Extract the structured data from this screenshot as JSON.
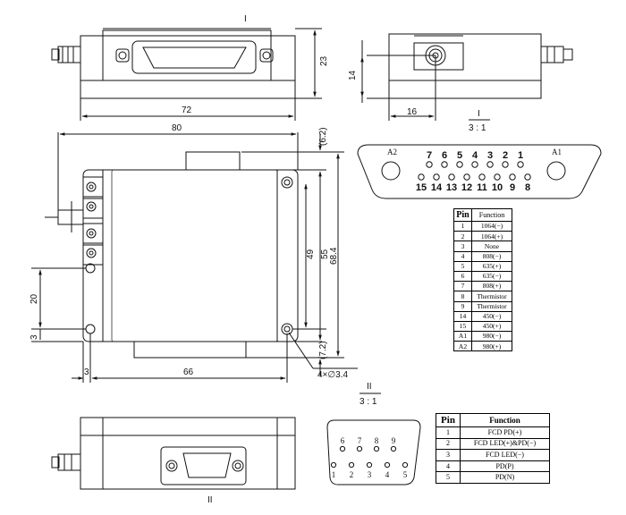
{
  "views": {
    "top_view_label": "I",
    "bottom_view_label": "II",
    "detail1_label": "I",
    "detail1_scale": "3 : 1",
    "detail2_label": "II",
    "detail2_scale": "3 : 1"
  },
  "dimensions": {
    "top_height": "23",
    "top_width": "72",
    "side_offset": "16",
    "side_height": "14",
    "main_width": "80",
    "main_inner_width": "66",
    "offset_left": "3",
    "offset_bottom": "3",
    "hole_pitch": "20",
    "top_gap": "(6.2)",
    "bottom_gap": "(7.2)",
    "height_inner": "49",
    "height_mid": "55",
    "height_total": "68.4",
    "holes": "4×∅3.4"
  },
  "connector1": {
    "left_label": "A2",
    "right_label": "A1",
    "top_pins": [
      "7",
      "6",
      "5",
      "4",
      "3",
      "2",
      "1"
    ],
    "bottom_pins": [
      "15",
      "14",
      "13",
      "12",
      "11",
      "10",
      "9",
      "8"
    ]
  },
  "connector2": {
    "top_pins": [
      "6",
      "7",
      "8",
      "9"
    ],
    "bottom_pins": [
      "1",
      "2",
      "3",
      "4",
      "5"
    ]
  },
  "pin_table_1": {
    "header_pin": "Pin",
    "header_function": "Function",
    "rows": [
      {
        "pin": "1",
        "function": "1064(−)"
      },
      {
        "pin": "2",
        "function": "1064(+)"
      },
      {
        "pin": "3",
        "function": "None"
      },
      {
        "pin": "4",
        "function": "808(−)"
      },
      {
        "pin": "5",
        "function": "635(+)"
      },
      {
        "pin": "6",
        "function": "635(−)"
      },
      {
        "pin": "7",
        "function": "808(+)"
      },
      {
        "pin": "8",
        "function": "Thermistor"
      },
      {
        "pin": "9",
        "function": "Thermistor"
      },
      {
        "pin": "14",
        "function": "450(−)"
      },
      {
        "pin": "15",
        "function": "450(+)"
      },
      {
        "pin": "A1",
        "function": "980(−)"
      },
      {
        "pin": "A2",
        "function": "980(+)"
      }
    ]
  },
  "pin_table_2": {
    "header_pin": "Pin",
    "header_function": "Function",
    "rows": [
      {
        "pin": "1",
        "function": "FCD PD(+)"
      },
      {
        "pin": "2",
        "function": "FCD LED(+)&PD(−)"
      },
      {
        "pin": "3",
        "function": "FCD LED(−)"
      },
      {
        "pin": "4",
        "function": "PD(P)"
      },
      {
        "pin": "5",
        "function": "PD(N)"
      }
    ]
  }
}
